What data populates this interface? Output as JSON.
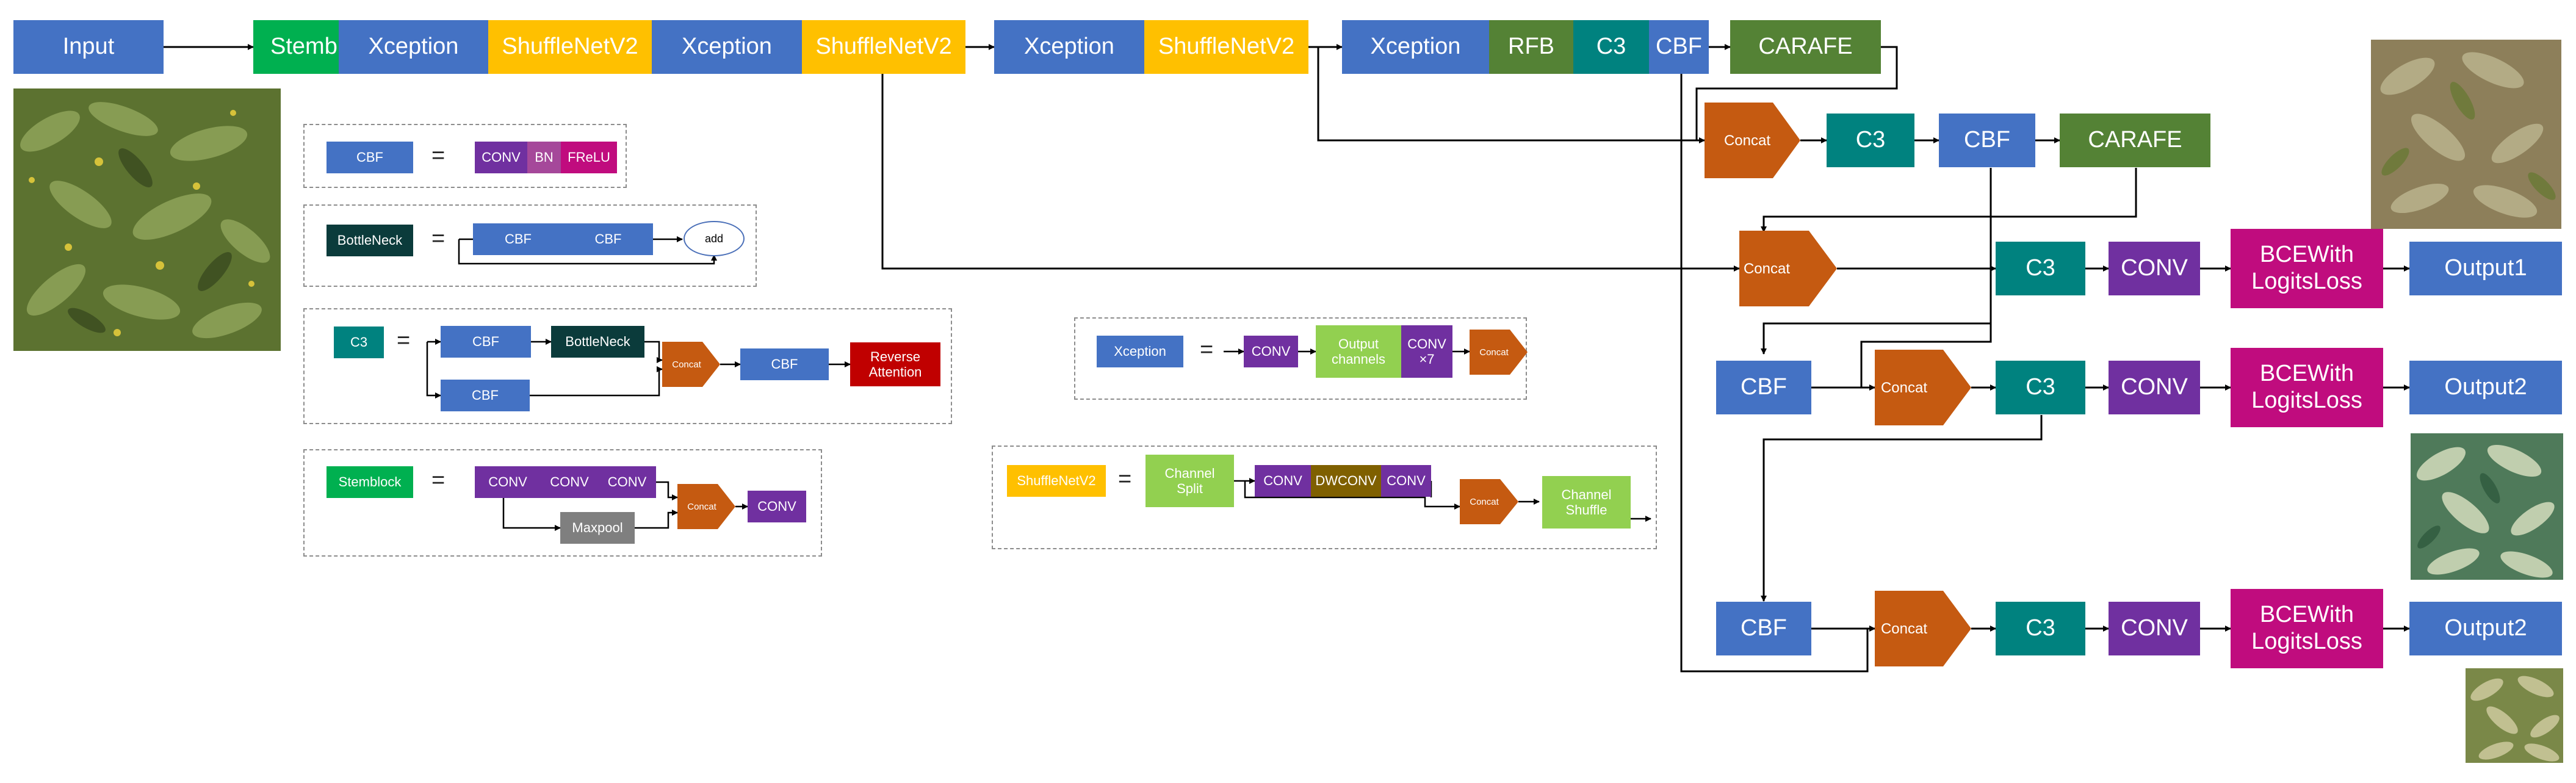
{
  "colors": {
    "blue": "#4472c4",
    "yellow": "#ffc000",
    "green_stem": "#00b050",
    "olive": "#548235",
    "teal": "#00827f",
    "purple": "#7030a0",
    "magenta": "#c00c7e",
    "mauve": "#a5489a",
    "dark_teal": "#0b3b3b",
    "red": "#c00000",
    "gray": "#7f7f7f",
    "light_green": "#92d050",
    "brown": "#7f6000",
    "orange": "#c55a11"
  },
  "main": {
    "input": "Input",
    "stemblock_cut": "Stemb",
    "xception": "Xception",
    "shufflenet": "ShuffleNetV2",
    "rfb": "RFB",
    "c3": "C3",
    "cbf": "CBF",
    "carafe": "CARAFE",
    "concat": "Concat",
    "conv": "CONV",
    "bce": "BCEWith\nLogitsLoss",
    "output1": "Output1",
    "output2": "Output2"
  },
  "legend": {
    "eq": "=",
    "cbf_def": {
      "name": "CBF",
      "conv": "CONV",
      "bn": "BN",
      "frelu": "FReLU"
    },
    "bottleneck_def": {
      "name": "BottleNeck",
      "cbf": "CBF",
      "add": "add"
    },
    "c3_def": {
      "name": "C3",
      "cbf": "CBF",
      "bottleneck": "BottleNeck",
      "concat": "Concat",
      "reverse": "Reverse\nAttention"
    },
    "stem_def": {
      "name": "Stemblock",
      "conv": "CONV",
      "maxpool": "Maxpool",
      "concat": "Concat"
    },
    "xception_def": {
      "name": "Xception",
      "conv": "CONV",
      "output": "Output\nchannels",
      "conv7": "CONV\n×7",
      "concat": "Concat"
    },
    "shuffle_def": {
      "name": "ShuffleNetV2",
      "split": "Channel\nSplit",
      "conv": "CONV",
      "dwconv": "DWCONV",
      "concat": "Concat",
      "shuffle": "Channel\nShuffle"
    }
  }
}
